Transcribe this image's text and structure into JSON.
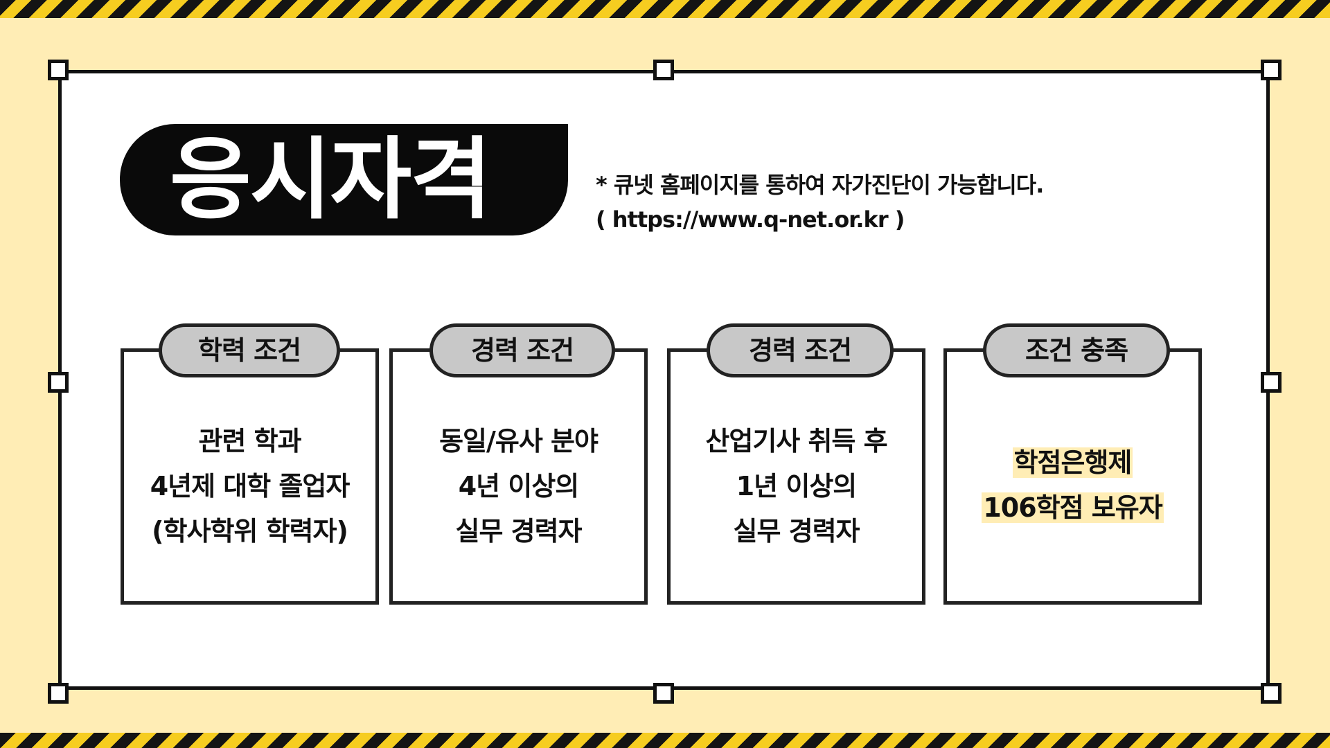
{
  "title": "응시자격",
  "note": {
    "line1": "* 큐넷 홈페이지를 통하여 자가진단이 가능합니다.",
    "line2": "( https://www.q-net.or.kr )"
  },
  "cards": [
    {
      "label": "학력 조건",
      "lines": [
        "관련 학과",
        "4년제 대학 졸업자",
        "(학사학위 학력자)"
      ]
    },
    {
      "label": "경력 조건",
      "lines": [
        "동일/유사 분야",
        "4년 이상의",
        "실무 경력자"
      ]
    },
    {
      "label": "경력 조건",
      "lines": [
        "산업기사 취득 후",
        "1년 이상의",
        "실무 경력자"
      ]
    },
    {
      "label": "조건 충족",
      "lines": [
        "학점은행제",
        "106학점 보유자"
      ]
    }
  ],
  "colors": {
    "background": "#FFEDB5",
    "stripe_dark": "#141414",
    "stripe_yellow": "#F6CD20",
    "pill_gray": "#C8C8C8",
    "highlight": "#FFEDB5"
  }
}
